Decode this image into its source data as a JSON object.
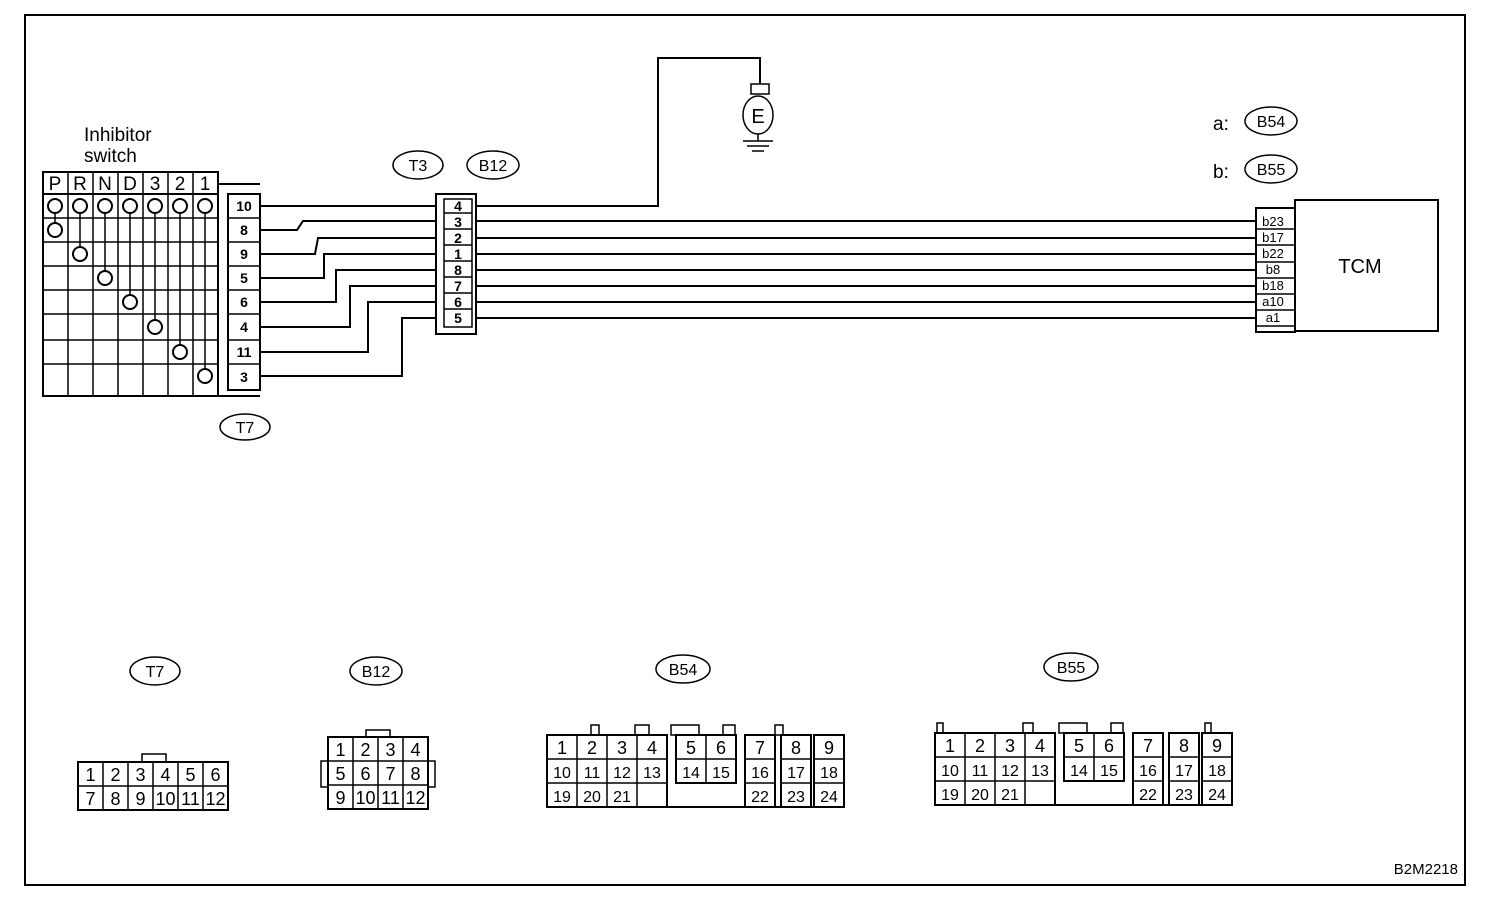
{
  "inhibitor_switch": {
    "title_line1": "Inhibitor",
    "title_line2": "switch",
    "positions": [
      "P",
      "R",
      "N",
      "D",
      "3",
      "2",
      "1"
    ],
    "terminals": [
      "10",
      "8",
      "9",
      "5",
      "6",
      "4",
      "11",
      "3"
    ]
  },
  "connector_labels": {
    "t3": "T3",
    "b12": "B12",
    "t7": "T7",
    "a_prefix": "a:",
    "a_ref": "B54",
    "b_prefix": "b:",
    "b_ref": "B55"
  },
  "ground_label": "E",
  "joint_connector_pins": [
    "4",
    "3",
    "2",
    "1",
    "8",
    "7",
    "6",
    "5"
  ],
  "tcm": {
    "label": "TCM",
    "pins": [
      "b23",
      "b17",
      "b22",
      "b8",
      "b18",
      "a10",
      "a1"
    ]
  },
  "connector_views": {
    "t7": {
      "label": "T7",
      "rows": [
        [
          "1",
          "2",
          "3",
          "4",
          "5",
          "6"
        ],
        [
          "7",
          "8",
          "9",
          "10",
          "11",
          "12"
        ]
      ]
    },
    "b12": {
      "label": "B12",
      "rows": [
        [
          "1",
          "2",
          "3",
          "4"
        ],
        [
          "5",
          "6",
          "7",
          "8"
        ],
        [
          "9",
          "10",
          "11",
          "12"
        ]
      ]
    },
    "b54": {
      "label": "B54",
      "rows": [
        [
          "1",
          "2",
          "3",
          "4",
          "5",
          "6",
          "7",
          "8",
          "9"
        ],
        [
          "10",
          "11",
          "12",
          "13",
          "14",
          "15",
          "16",
          "17",
          "18"
        ],
        [
          "19",
          "20",
          "21",
          "22",
          "23",
          "24"
        ]
      ]
    },
    "b55": {
      "label": "B55",
      "rows": [
        [
          "1",
          "2",
          "3",
          "4",
          "5",
          "6",
          "7",
          "8",
          "9"
        ],
        [
          "10",
          "11",
          "12",
          "13",
          "14",
          "15",
          "16",
          "17",
          "18"
        ],
        [
          "19",
          "20",
          "21",
          "22",
          "23",
          "24"
        ]
      ]
    }
  },
  "figure_code": "B2M2218"
}
